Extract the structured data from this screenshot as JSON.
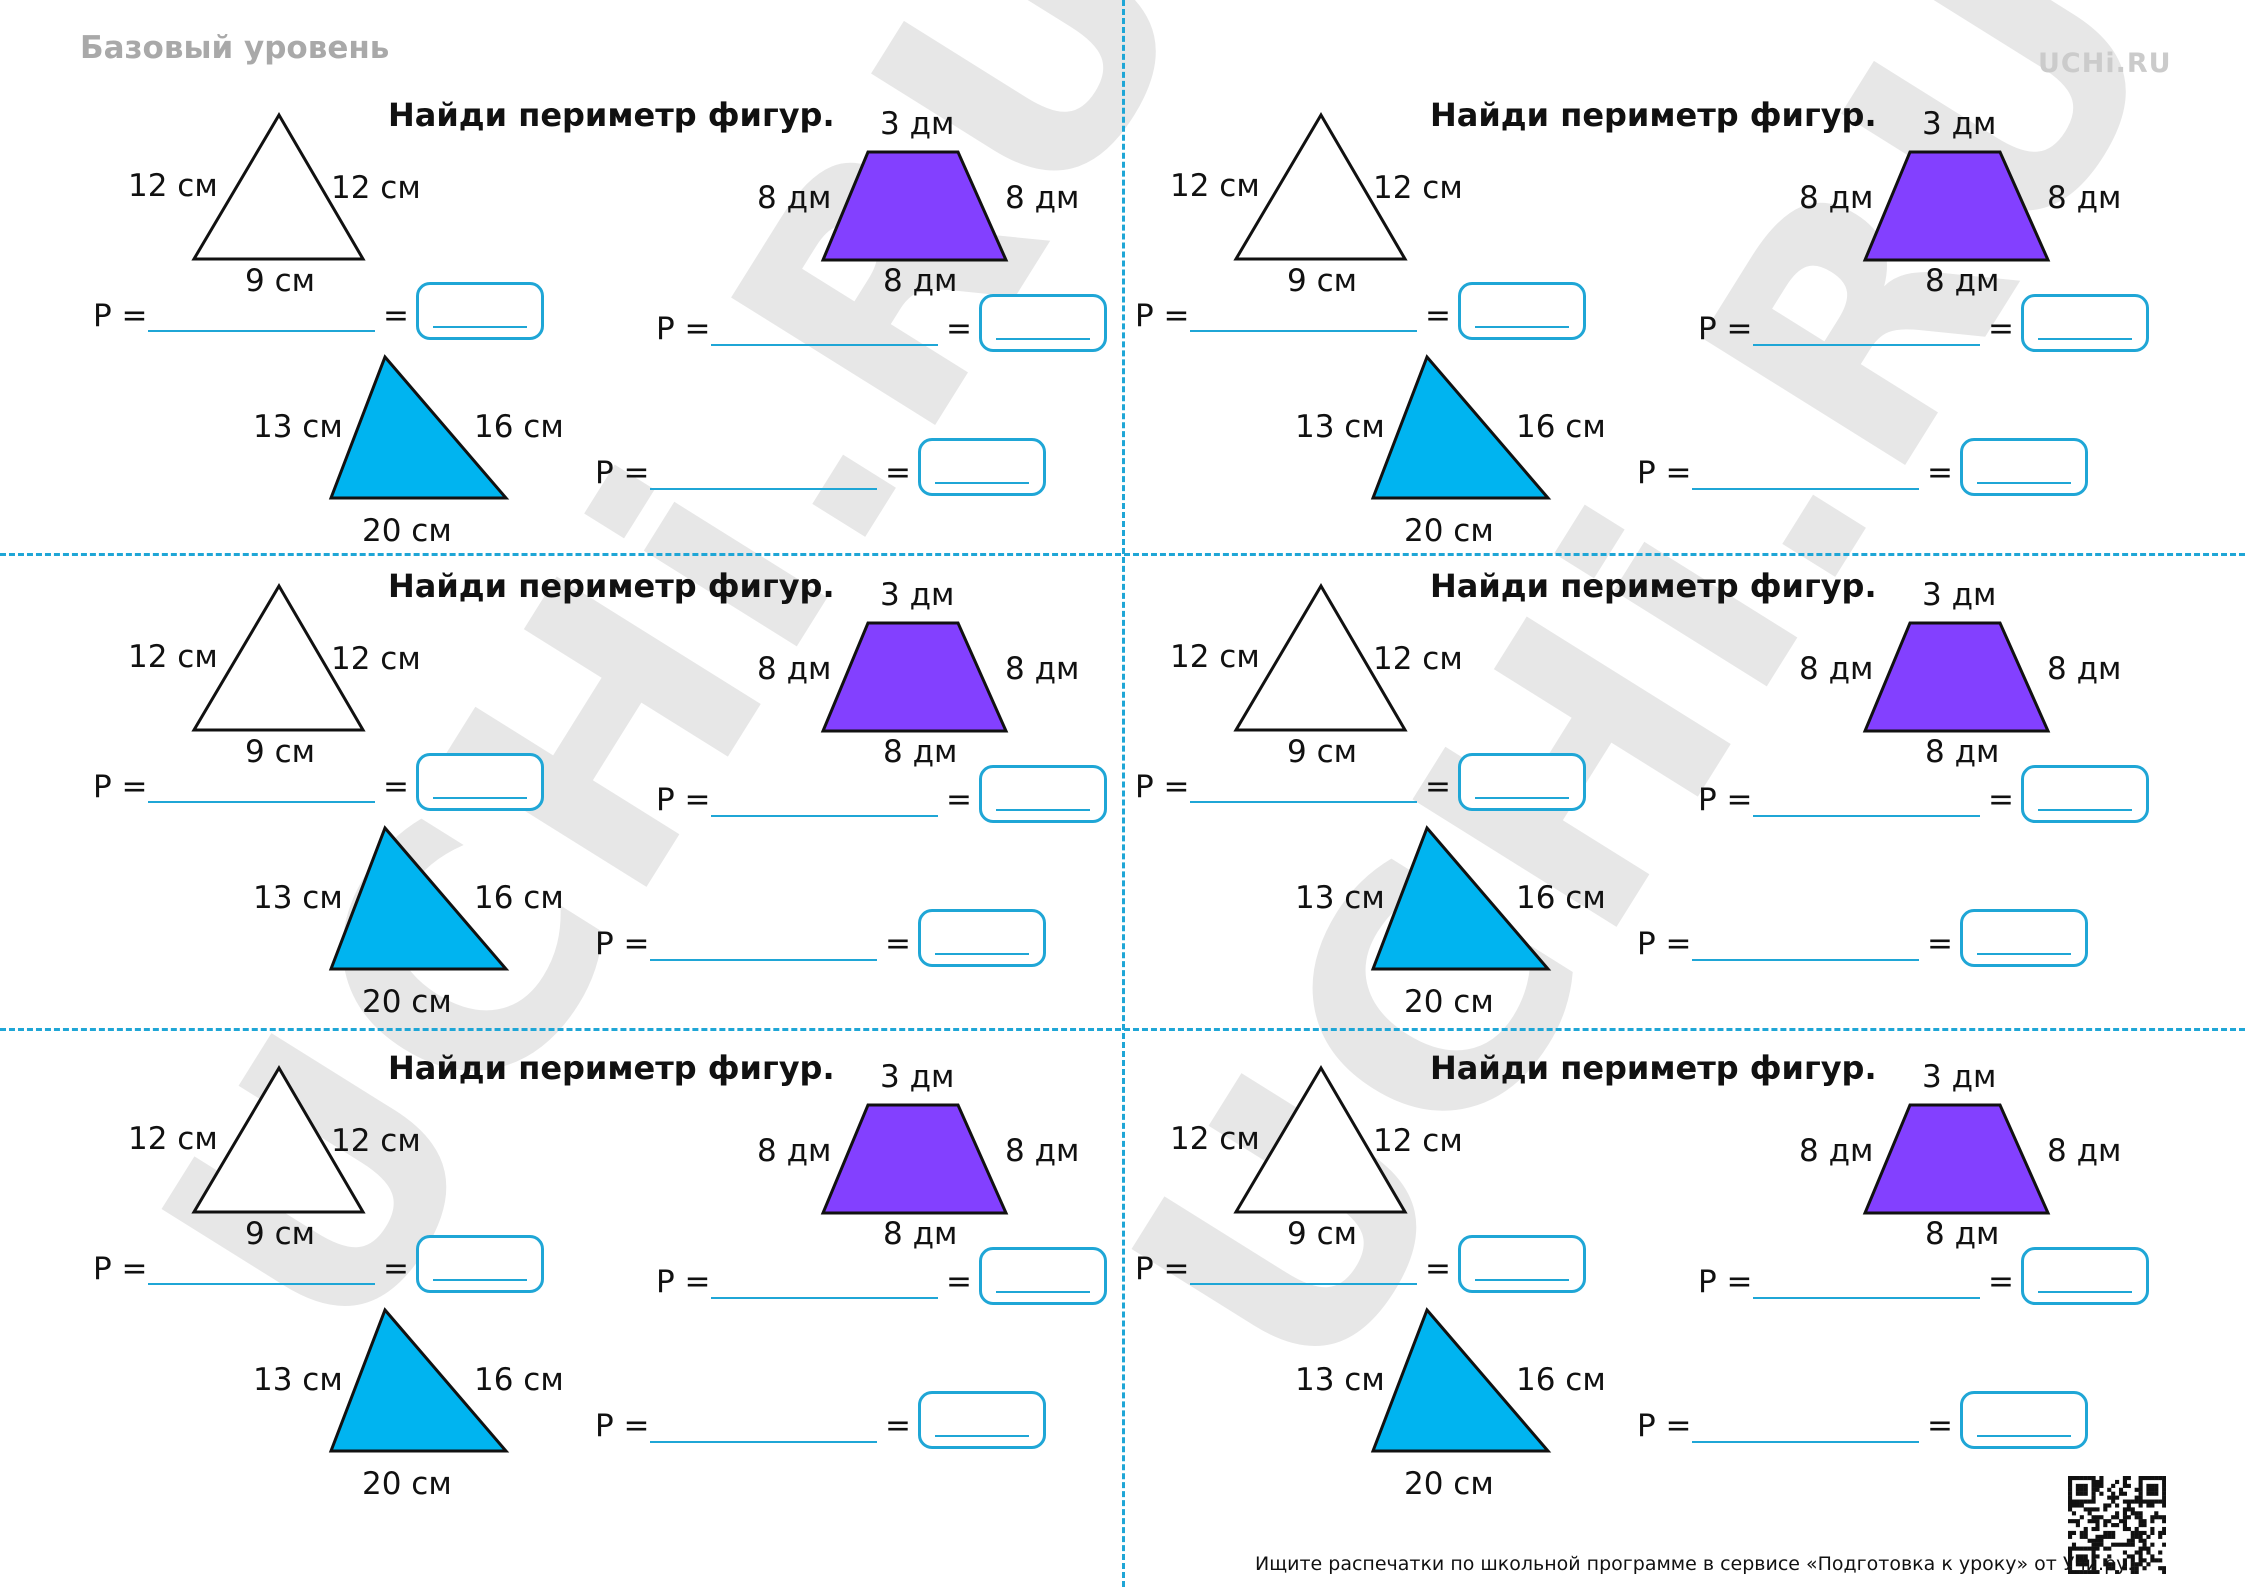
{
  "header": {
    "level": "Базовый уровень",
    "logo": "UCHi.RU"
  },
  "watermark": {
    "text": "UCHi.RU"
  },
  "card": {
    "title": "Найди периметр фигур.",
    "triangle_white": {
      "left": "12 см",
      "right": "12 см",
      "bottom": "9 см",
      "fill": "#ffffff"
    },
    "trapezoid": {
      "top": "3 дм",
      "left": "8 дм",
      "right": "8 дм",
      "bottom": "8 дм",
      "fill": "#8340ff"
    },
    "triangle_blue": {
      "left": "13 см",
      "right": "16 см",
      "bottom": "20 см",
      "fill": "#00b4f0"
    },
    "formula": {
      "prefix": "P =",
      "equals": "="
    }
  },
  "footer": {
    "text": "Ищите распечатки по школьной программе в сервисе «Подготовка к уроку» от Учи.ру."
  },
  "colors": {
    "accent": "#1fa6d6",
    "watermark": "#e7e7e7"
  }
}
